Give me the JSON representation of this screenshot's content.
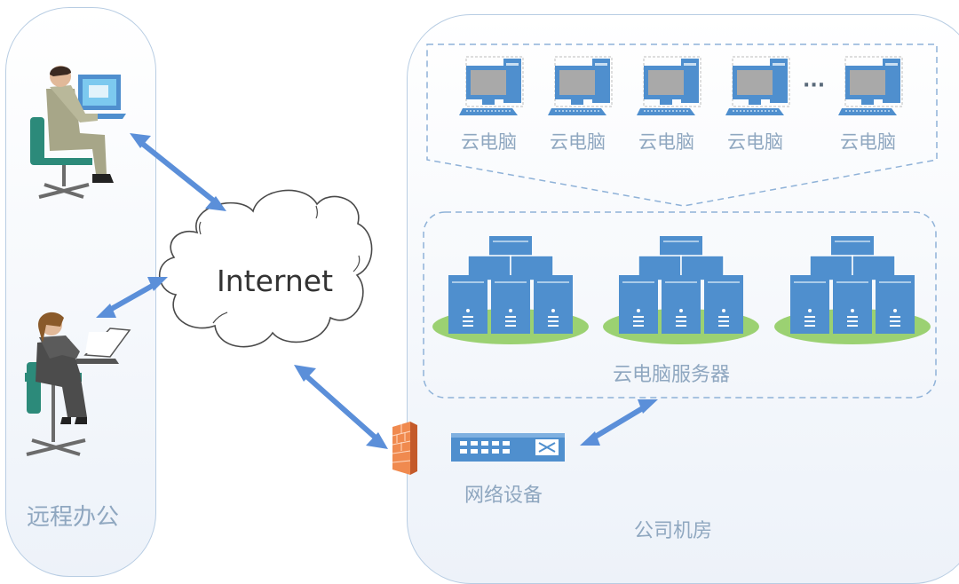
{
  "left_panel": {
    "label": "远程办公"
  },
  "internet": {
    "label": "Internet"
  },
  "cloud_pcs": {
    "items": [
      "云电脑",
      "云电脑",
      "云电脑",
      "云电脑",
      "云电脑"
    ],
    "ellipsis": "···"
  },
  "servers": {
    "label": "云电脑服务器"
  },
  "network": {
    "label": "网络设备"
  },
  "right_panel": {
    "label": "公司机房"
  },
  "colors": {
    "arrow": "#5b8fd9",
    "server": "#4f8fce",
    "platform": "#9bd172",
    "panel_border": "#b8cde3",
    "label": "#8fa7c0"
  }
}
